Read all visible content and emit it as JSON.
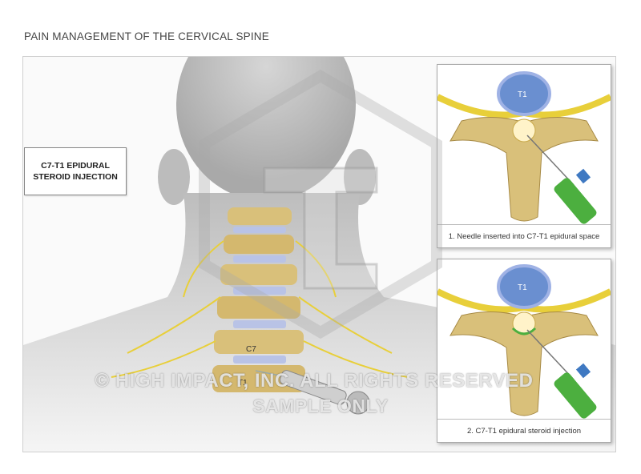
{
  "title": "PAIN MANAGEMENT OF THE CERVICAL SPINE",
  "callout": {
    "line1": "C7-T1 EPIDURAL",
    "line2": "STEROID INJECTION"
  },
  "vertebra_labels": {
    "c7": "C7",
    "t1": "T1"
  },
  "inset1": {
    "label": "T1",
    "caption": "1. Needle inserted into C7-T1 epidural space"
  },
  "inset2": {
    "label": "T1",
    "caption": "2. C7-T1 epidural steroid injection"
  },
  "watermark": {
    "line1": "© HIGH IMPACT, INC. ALL RIGHTS RESERVED",
    "line2": "SAMPLE ONLY"
  },
  "colors": {
    "bone": "#d9c07a",
    "disc": "#b9c3e6",
    "nerve": "#e8cf3a",
    "skin": "#c9c9c9",
    "syringe_green": "#4caf3f",
    "needle_blue": "#3f79c2"
  }
}
